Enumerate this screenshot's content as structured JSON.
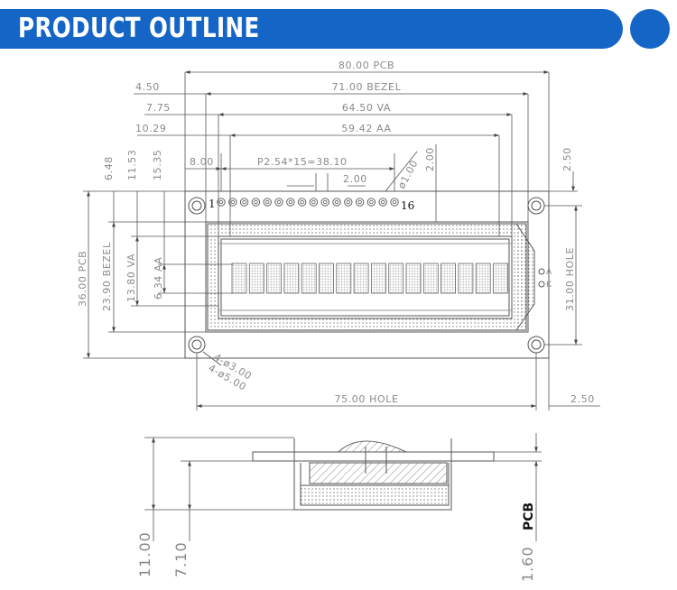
{
  "header": {
    "title": "PRODUCT OUTLINE"
  },
  "colors": {
    "brand": "#1565c6",
    "line": "#555555",
    "dim_text": "#8a8a8a"
  },
  "dims": {
    "pcb_w": "80.00 PCB",
    "bezel_w": "71.00 BEZEL",
    "va_w": "64.50 VA",
    "aa_w": "59.42 AA",
    "off_bezel": "4.50",
    "off_va": "7.75",
    "off_aa": "10.29",
    "pin1_off": "8.00",
    "pitch": "P2.54*15=38.10",
    "pitch_unit": "2.00",
    "pin_dia": "ø1.00",
    "pin_top": "2.00",
    "hole_top": "2.50",
    "v_bezel": "6.48",
    "v_va": "11.53",
    "v_aa": "15.35",
    "pcb_h": "36.00 PCB",
    "bezel_h": "23.90 BEZEL",
    "va_h": "13.80 VA",
    "aa_h": "6.34 AA",
    "hole_h": "31.00 HOLE",
    "hole_w": "75.00 HOLE",
    "hole_right": "2.50",
    "holes_a": "4-ø3.00",
    "holes_b": "4-ø5.00",
    "pin_first": "1",
    "pin_last": "16",
    "marker_a": "A",
    "marker_k": "K"
  },
  "side": {
    "thickness_total": "11.00",
    "thickness_module": "7.10",
    "pcb_label": "PCB",
    "pcb_thickness": "1.60"
  }
}
